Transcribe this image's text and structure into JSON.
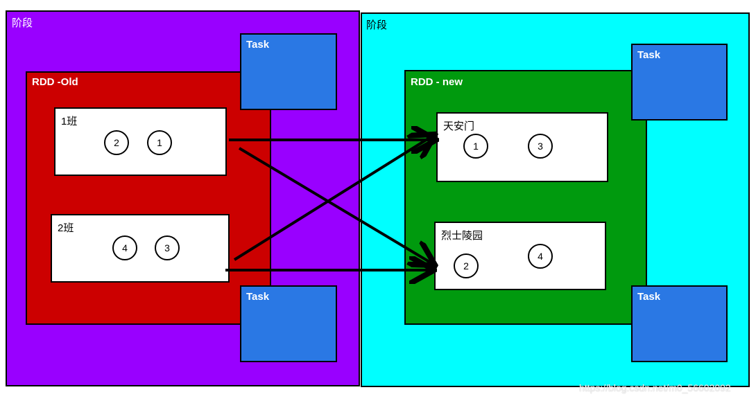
{
  "stages": [
    {
      "label": "阶段",
      "color": "#9900ff"
    },
    {
      "label": "阶段",
      "color": "#00ffff"
    }
  ],
  "task_label": "Task",
  "task_color": "#2a78e4",
  "rdd_old": {
    "label": "RDD -Old",
    "color": "#cc0000",
    "partitions": [
      {
        "label": "1班",
        "items": [
          "2",
          "1"
        ]
      },
      {
        "label": "2班",
        "items": [
          "4",
          "3"
        ]
      }
    ]
  },
  "rdd_new": {
    "label": "RDD - new",
    "color": "#009a0e",
    "partitions": [
      {
        "label": "天安门",
        "items": [
          "1",
          "3"
        ]
      },
      {
        "label": "烈士陵园",
        "items": [
          "2",
          "4"
        ]
      }
    ]
  },
  "watermark": "https://blog.csdn.net/m0_56602092"
}
